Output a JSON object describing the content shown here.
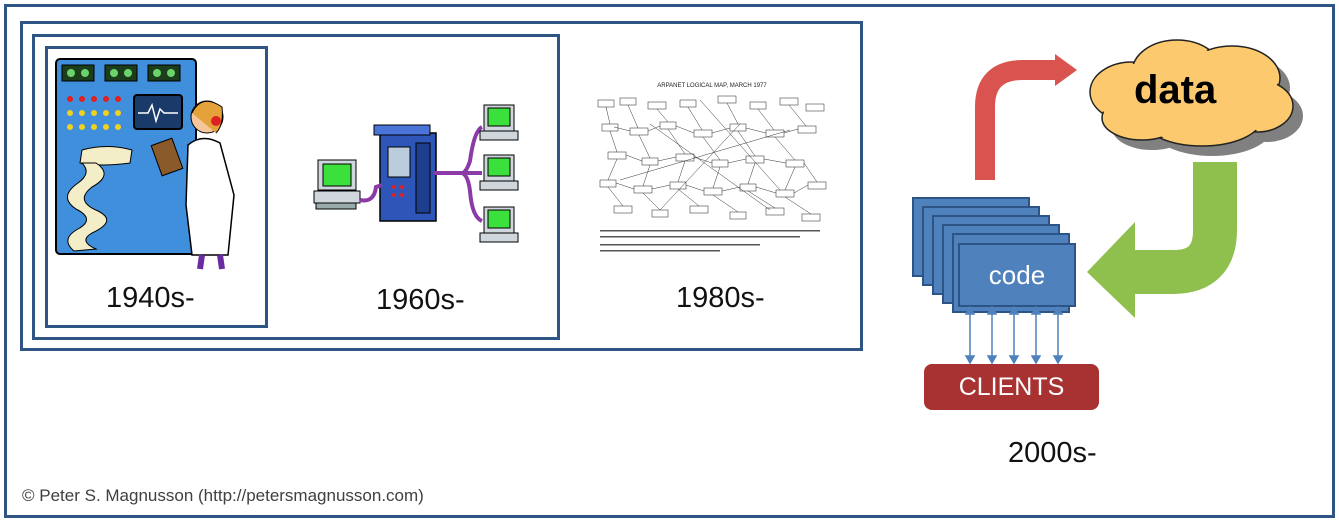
{
  "eras": {
    "e1940": "1940s-",
    "e1960": "1960s-",
    "e1980": "1980s-",
    "e2000": "2000s-"
  },
  "modern": {
    "data_label": "data",
    "code_label": "code",
    "clients_label": "CLIENTS"
  },
  "arpanet_title": "ARPANET LOGICAL MAP, MARCH 1977",
  "credit": "© Peter S. Magnusson (http://petersmagnusson.com)",
  "colors": {
    "frame": "#2e5584",
    "code_card": "#4f81bd",
    "clients": "#a83232",
    "cloud": "#fcc96e",
    "red_arrow": "#d9534f",
    "green_arrow": "#8fbf4d"
  }
}
